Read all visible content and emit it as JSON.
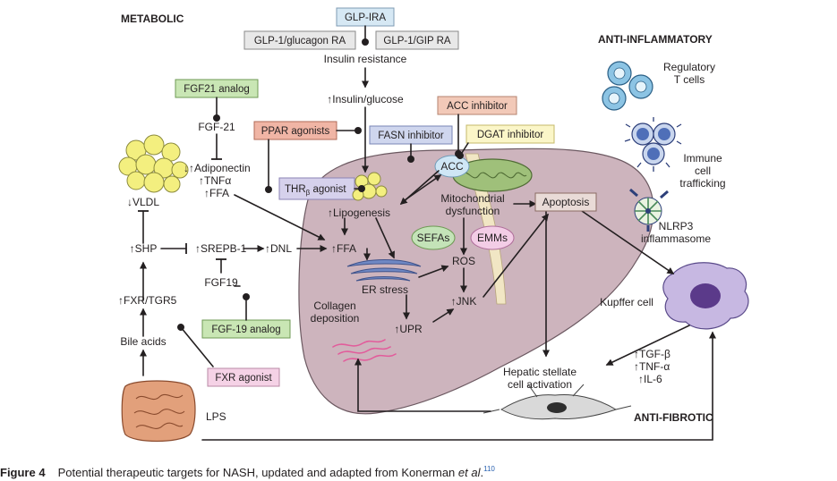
{
  "headings": {
    "metabolic": "METABOLIC",
    "anti_inflammatory": "ANTI-INFLAMMATORY",
    "anti_fibrotic": "ANTI-FIBROTIC"
  },
  "drug_boxes": {
    "glp_ira": "GLP-IRA",
    "glp1_glucagon": "GLP-1/glucagon RA",
    "glp1_gip": "GLP-1/GIP RA",
    "fgf21_analog": "FGF21 analog",
    "ppar_agonists": "PPAR agonists",
    "fasn_inhibitor": "FASN inhibitor",
    "acc_inhibitor": "ACC inhibitor",
    "dgat_inhibitor": "DGAT inhibitor",
    "thr_agonist_prefix": "THR",
    "thr_agonist_sub": "β",
    "thr_agonist_suffix": " agonist",
    "fgf19_analog": "FGF-19 analog",
    "fxr_agonist": "FXR agonist"
  },
  "colors": {
    "glp_ira": "#d6e8f4",
    "grey_box": "#e8e8e8",
    "fgf21": "#c9e6b4",
    "ppar": "#f0b5a5",
    "fasn": "#cfd6ee",
    "acc": "#f2c9b8",
    "dgat": "#fbf6c8",
    "thr": "#d6d1ec",
    "fgf19": "#c9e6b4",
    "fxr": "#f5d2e6",
    "liver": "#cdb4bd",
    "ligament": "#f1e6c4",
    "mito": "#9fc07a",
    "fat": "#f3ef7f",
    "er": "#6f88c4",
    "acc_bubble": "#cfe6f5",
    "sefa_bubble": "#c4e3b8",
    "emm_bubble": "#f3cde6",
    "tcell": "#8cc4e4",
    "immune": "#4f6fb8",
    "kupffer": "#c7b8e2",
    "collagen": "#e25c9b",
    "intestine": "#e2a07b"
  },
  "labels": {
    "insulin_resistance": "Insulin resistance",
    "insulin_glucose": "↑Insulin/glucose",
    "fgf21": "FGF-21",
    "adiponectin": "↓↑Adiponectin",
    "tnf": "↑TNFα",
    "ffa_left": "↑FFA",
    "vldl": "↓VLDL",
    "shp": "↑SHP",
    "srepb": "↑SREPB-1",
    "dnl": "↑DNL",
    "ffa_center": "↑FFA",
    "fgf19": "FGF19",
    "fxr_tgr5": "↑FXR/TGR5",
    "bile_acids": "Bile acids",
    "lps": "LPS",
    "acc": "ACC",
    "lipogenesis": "↑Lipogenesis",
    "mito_line1": "Mitochondrial",
    "mito_line2": "dysfunction",
    "apoptosis": "Apoptosis",
    "sefas": "SEFAs",
    "emms": "EMMs",
    "ros": "ROS",
    "er_stress": "ER stress",
    "jnk": "↑JNK",
    "collagen_line1": "Collagen",
    "collagen_line2": "deposition",
    "upr": "↑UPR",
    "hsc_line1": "Hepatic stellate",
    "hsc_line2": "cell activation",
    "treg_line1": "Regulatory",
    "treg_line2": "T cells",
    "immune_line1": "Immune",
    "immune_line2": "cell",
    "immune_line3": "trafficking",
    "nlrp3_line1": "NLRP3",
    "nlrp3_line2": "inflammasome",
    "kupffer": "Kupffer cell",
    "tgf": "↑TGF-β",
    "tnf_alpha": "↑TNF-α",
    "il6": "↑IL-6"
  },
  "caption": {
    "figure_label": "Figure 4",
    "text": "Potential therapeutic targets for NASH, updated and adapted from Konerman ",
    "italic": "et al",
    "end": ".",
    "ref": "110"
  }
}
